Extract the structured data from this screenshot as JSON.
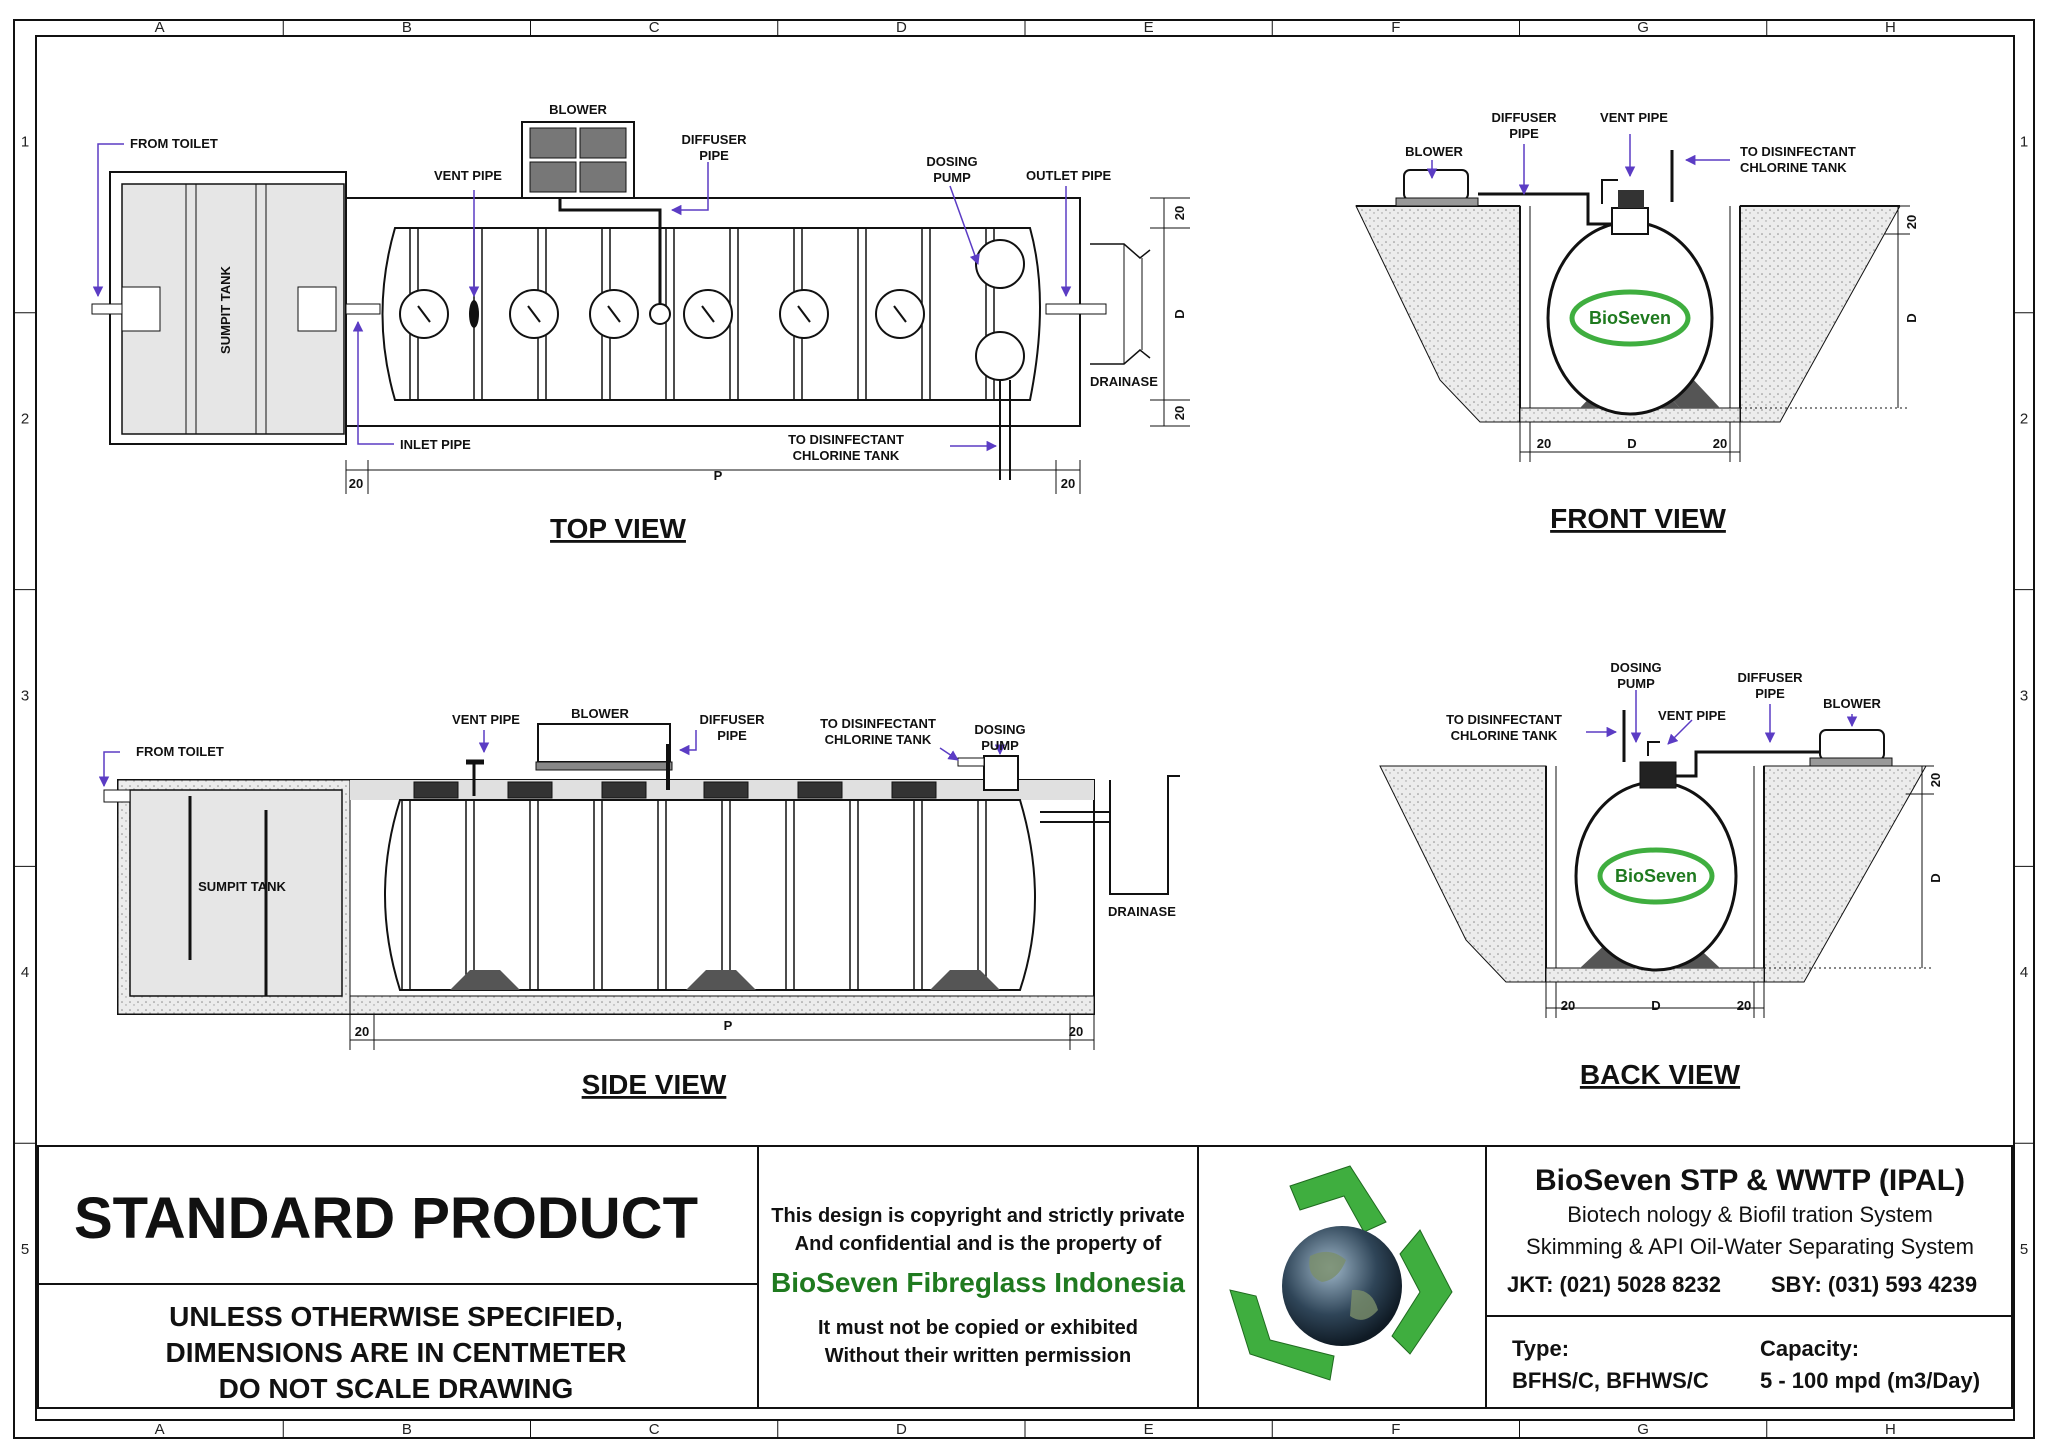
{
  "grid": {
    "columns": [
      "A",
      "B",
      "C",
      "D",
      "E",
      "F",
      "G",
      "H"
    ],
    "rows": [
      "1",
      "2",
      "3",
      "4",
      "5"
    ]
  },
  "views": {
    "top": {
      "title": "TOP VIEW",
      "labels": {
        "from_toilet": "FROM TOILET",
        "sumpit_tank": "SUMPIT TANK",
        "vent_pipe": "VENT PIPE",
        "blower": "BLOWER",
        "diffuser_pipe_1": "DIFFUSER",
        "diffuser_pipe_2": "PIPE",
        "dosing_pump_1": "DOSING",
        "dosing_pump_2": "PUMP",
        "outlet_pipe": "OUTLET PIPE",
        "drainase": "DRAINASE",
        "inlet_pipe": "INLET PIPE",
        "to_disinfectant_1": "TO DISINFECTANT",
        "to_disinfectant_2": "CHLORINE TANK"
      },
      "dims": {
        "left": "20",
        "p": "P",
        "right": "20",
        "top": "20",
        "d": "D",
        "bottom": "20"
      }
    },
    "front": {
      "title": "FRONT VIEW",
      "labels": {
        "blower": "BLOWER",
        "diffuser_1": "DIFFUSER",
        "diffuser_2": "PIPE",
        "vent_pipe": "VENT PIPE",
        "to_disinfectant_1": "TO DISINFECTANT",
        "to_disinfectant_2": "CHLORINE TANK",
        "logo": "BioSeven"
      },
      "dims": {
        "left": "20",
        "d": "D",
        "right": "20",
        "top": "20",
        "height": "D"
      }
    },
    "side": {
      "title": "SIDE VIEW",
      "labels": {
        "from_toilet": "FROM TOILET",
        "vent_pipe": "VENT PIPE",
        "blower": "BLOWER",
        "diffuser_1": "DIFFUSER",
        "diffuser_2": "PIPE",
        "to_disinfectant_1": "TO DISINFECTANT",
        "to_disinfectant_2": "CHLORINE TANK",
        "dosing_1": "DOSING",
        "dosing_2": "PUMP",
        "sumpit_tank": "SUMPIT TANK",
        "drainase": "DRAINASE"
      },
      "dims": {
        "left": "20",
        "p": "P",
        "right": "20"
      }
    },
    "back": {
      "title": "BACK VIEW",
      "labels": {
        "dosing_1": "DOSING",
        "dosing_2": "PUMP",
        "diffuser_1": "DIFFUSER",
        "diffuser_2": "PIPE",
        "to_disinfectant_1": "TO DISINFECTANT",
        "to_disinfectant_2": "CHLORINE TANK",
        "vent_pipe": "VENT PIPE",
        "blower": "BLOWER",
        "logo": "BioSeven"
      },
      "dims": {
        "left": "20",
        "d": "D",
        "right": "20",
        "top": "20",
        "height": "D"
      }
    }
  },
  "title_block": {
    "standard": "STANDARD PRODUCT",
    "notes": [
      "UNLESS OTHERWISE SPECIFIED,",
      "DIMENSIONS ARE IN CENTMETER",
      "DO NOT SCALE DRAWING"
    ],
    "copyright_1": "This design is copyright and strictly private",
    "copyright_2": "And confidential and is the property of",
    "company": "BioSeven Fibreglass Indonesia",
    "copyright_3": "It must not be copied or exhibited",
    "copyright_4": "Without their written permission",
    "product_title": "BioSeven STP & WWTP (IPAL)",
    "subtitle_1": "Biotech nology & Biofil tration System",
    "subtitle_2": "Skimming & API Oil-Water Separating System",
    "phone_jkt": "JKT: (021) 5028 8232",
    "phone_sby": "SBY: (031) 593 4239",
    "type_label": "Type:",
    "type_value": "BFHS/C, BFHWS/C",
    "capacity_label": "Capacity:",
    "capacity_value": "5 - 100 mpd (m3/Day)"
  },
  "colors": {
    "line": "#111111",
    "arrow": "#5b3cc4",
    "brand_green": "#1f7a1f",
    "logo_green": "#3fae3f",
    "fill_grey": "#e6e6e6"
  }
}
